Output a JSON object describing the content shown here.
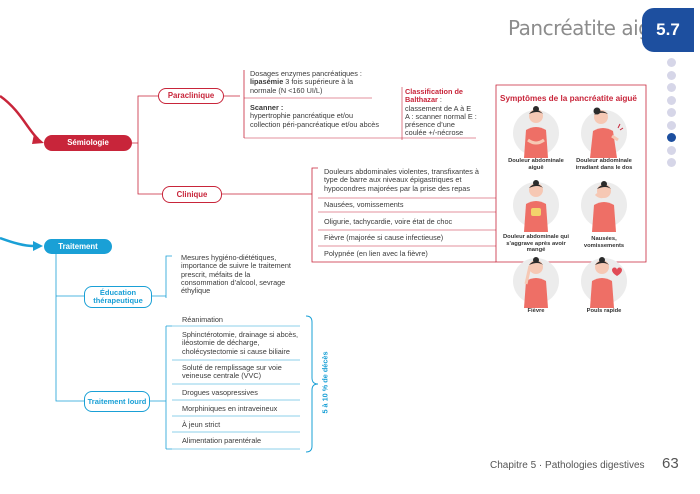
{
  "header": {
    "title": "Pancréatite aigüe",
    "section_number": "5.7"
  },
  "footer": {
    "chapter": "Chapitre 5 · Pathologies digestives",
    "page_number": "63"
  },
  "colors": {
    "red": "#c8253a",
    "blue": "#1aa0d6",
    "navy": "#1d4f9f",
    "dot_inactive": "#d6d6e8"
  },
  "semiologie": {
    "label": "Sémiologie",
    "paraclinique": {
      "label": "Paraclinique",
      "dosages_intro": "Dosages enzymes pancréatiques :",
      "dosages_bold": "lipasémie",
      "dosages_rest": " 3 fois supérieure à la normale (N <160 UI/L)",
      "scanner_bold": "Scanner :",
      "scanner_text": "hypertrophie pancréatique et/ou collection péri-pancréatique et/ou abcès",
      "balthazar_title": "Classification de Balthazar",
      "balthazar_rest": " : classement de A à E A : scanner normal E : présence d’une coulée +/-nécrose"
    },
    "clinique": {
      "label": "Clinique",
      "items": [
        "Douleurs abdominales violentes, transfixantes à type de barre aux niveaux épigastriques et hypocondres majorées par la prise des repas",
        "Nausées, vomissements",
        "Oligurie, tachycardie, voire état de choc",
        "Fièvre (majorée si cause infectieuse)",
        "Polypnée (en lien avec la fièvre)"
      ]
    }
  },
  "symptomes": {
    "title": "Symptômes de la pancréatite aiguë",
    "figures": [
      {
        "caption": "Douleur abdominale aiguë",
        "icon": "woman-holding-abdomen-icon"
      },
      {
        "caption": "Douleur abdominale irradiant dans le dos",
        "icon": "woman-back-pain-icon"
      },
      {
        "caption": "Douleur abdominale qui s’aggrave après avoir mangé",
        "icon": "woman-eating-pain-icon"
      },
      {
        "caption": "Nausées, vomissements",
        "icon": "woman-nausea-icon"
      },
      {
        "caption": "Fièvre",
        "icon": "woman-fever-icon"
      },
      {
        "caption": "Pouls rapide",
        "icon": "woman-rapid-pulse-icon"
      }
    ]
  },
  "traitement": {
    "label": "Traitement",
    "education": {
      "label": "Éducation thérapeutique",
      "text": "Mesures hygiéno-diététiques, importance de suivre le traitement prescrit, méfaits de la consommation d’alcool, sevrage éthylique"
    },
    "lourd": {
      "label": "Traitement lourd",
      "items": [
        "Réanimation",
        "Sphinctérotomie, drainage si abcès, iléostomie de décharge, cholécystectomie si cause biliaire",
        "Soluté de remplissage sur voie veineuse centrale (VVC)",
        "Drogues vasopressives",
        "Morphiniques en intraveineux",
        "À jeun strict",
        "Alimentation parentérale"
      ],
      "bracket_label": "5 à 10 % de décès"
    }
  }
}
